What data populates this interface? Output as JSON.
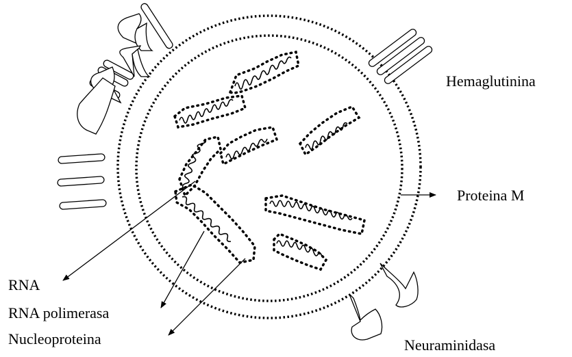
{
  "labels": {
    "hemaglutinina": "Hemaglutinina",
    "proteina_m": "Proteina M",
    "rna": "RNA",
    "rna_polimerasa": "RNA polimerasa",
    "nucleoproteina": "Nucleoproteina",
    "neuraminidasa": "Neuraminidasa"
  },
  "colors": {
    "ink": "#000000",
    "background": "#ffffff"
  }
}
